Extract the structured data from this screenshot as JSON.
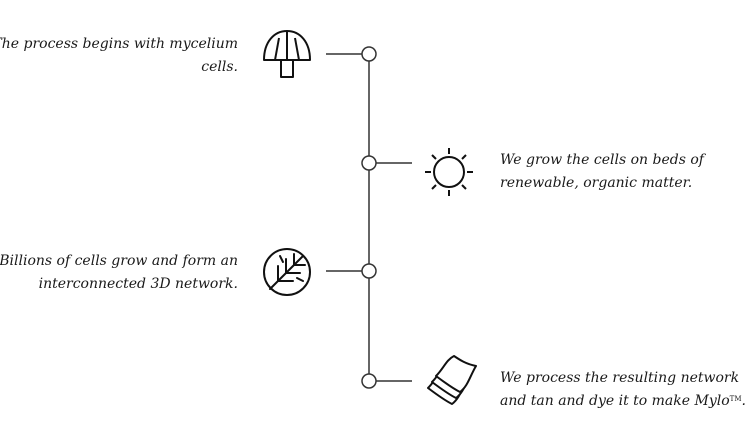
{
  "steps": [
    {
      "icon": "mushroom-icon",
      "side": "left",
      "lines": [
        "The process begins with mycelium",
        "cells."
      ]
    },
    {
      "icon": "sun-icon",
      "side": "right",
      "lines": [
        "We grow the cells on beds of",
        "renewable, organic matter."
      ]
    },
    {
      "icon": "network-icon",
      "side": "left",
      "lines": [
        "Billions of cells grow and form an",
        "interconnected 3D network."
      ]
    },
    {
      "icon": "leather-sheets-icon",
      "side": "right",
      "lines": [
        "We process the resulting network",
        "and tan and dye it to make Mylo"
      ],
      "trademark": "TM",
      "end": "."
    }
  ]
}
